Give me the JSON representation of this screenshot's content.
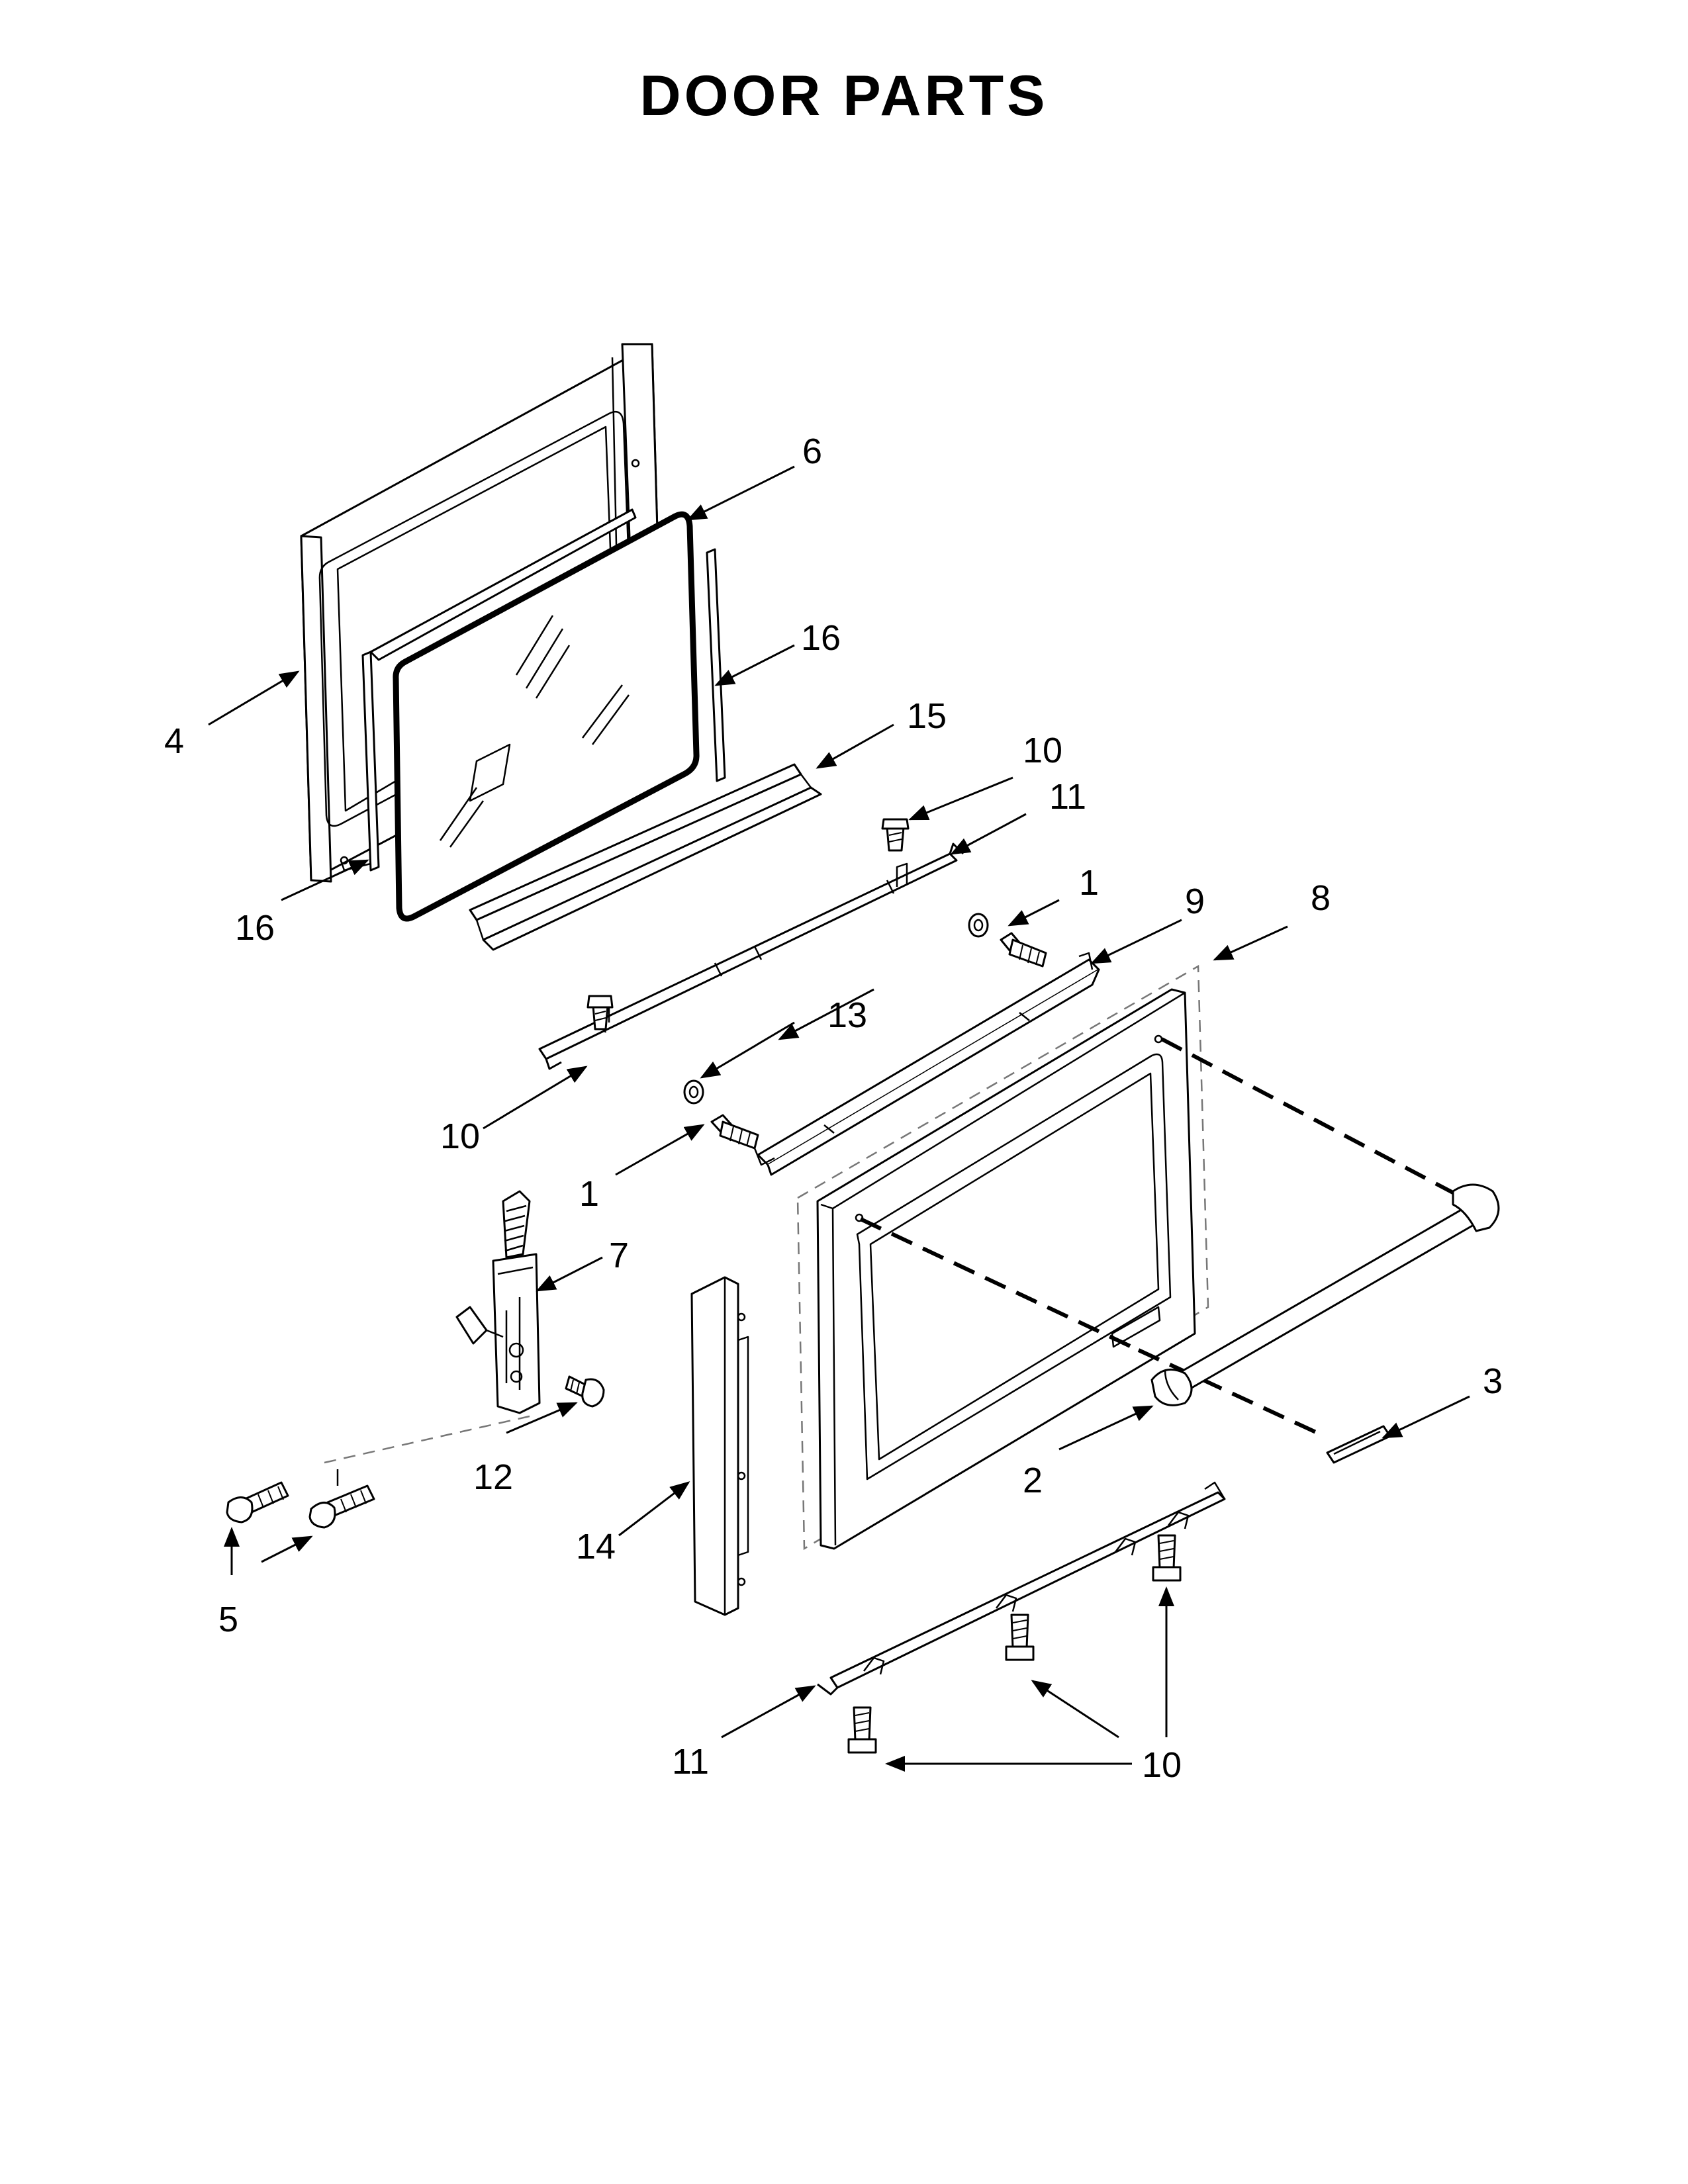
{
  "title": "DOOR PARTS",
  "callouts": {
    "c1a": "1",
    "c1b": "1",
    "c2": "2",
    "c3": "3",
    "c4": "4",
    "c5": "5",
    "c6": "6",
    "c7": "7",
    "c8": "8",
    "c9": "9",
    "c10a": "10",
    "c10b": "10",
    "c10c": "10",
    "c11a": "11",
    "c11b": "11",
    "c12": "12",
    "c13": "13",
    "c14": "14",
    "c15": "15",
    "c16a": "16",
    "c16b": "16"
  }
}
